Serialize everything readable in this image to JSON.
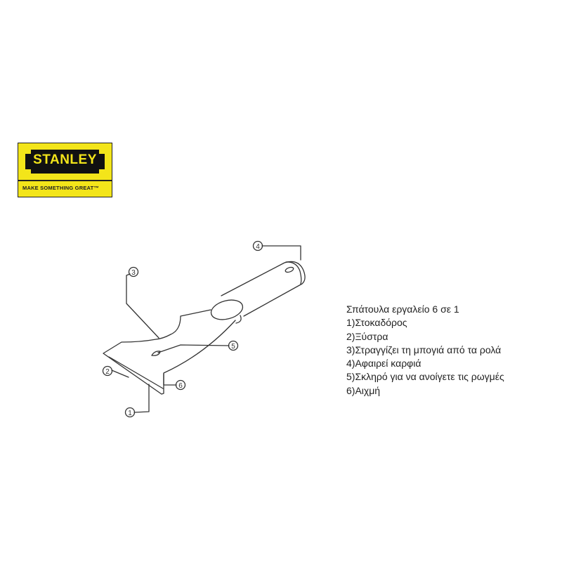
{
  "logo": {
    "brand": "STANLEY",
    "tagline": "MAKE SOMETHING GREAT™",
    "colors": {
      "yellow": "#f3e51a",
      "black": "#111111"
    }
  },
  "callouts": [
    "1",
    "2",
    "3",
    "4",
    "5",
    "6"
  ],
  "legend": {
    "title": "Σπάτουλα εργαλείο 6 σε 1",
    "items": [
      "1)Στοκαδόρος",
      "2)Ξύστρα",
      "3)Στραγγίζει τη μπογιά από τα ρολά",
      "4)Αφαιρεί καρφιά",
      "5)Σκληρό για να ανοίγετε τις ρωγμές",
      "6)Αιχμή"
    ]
  }
}
